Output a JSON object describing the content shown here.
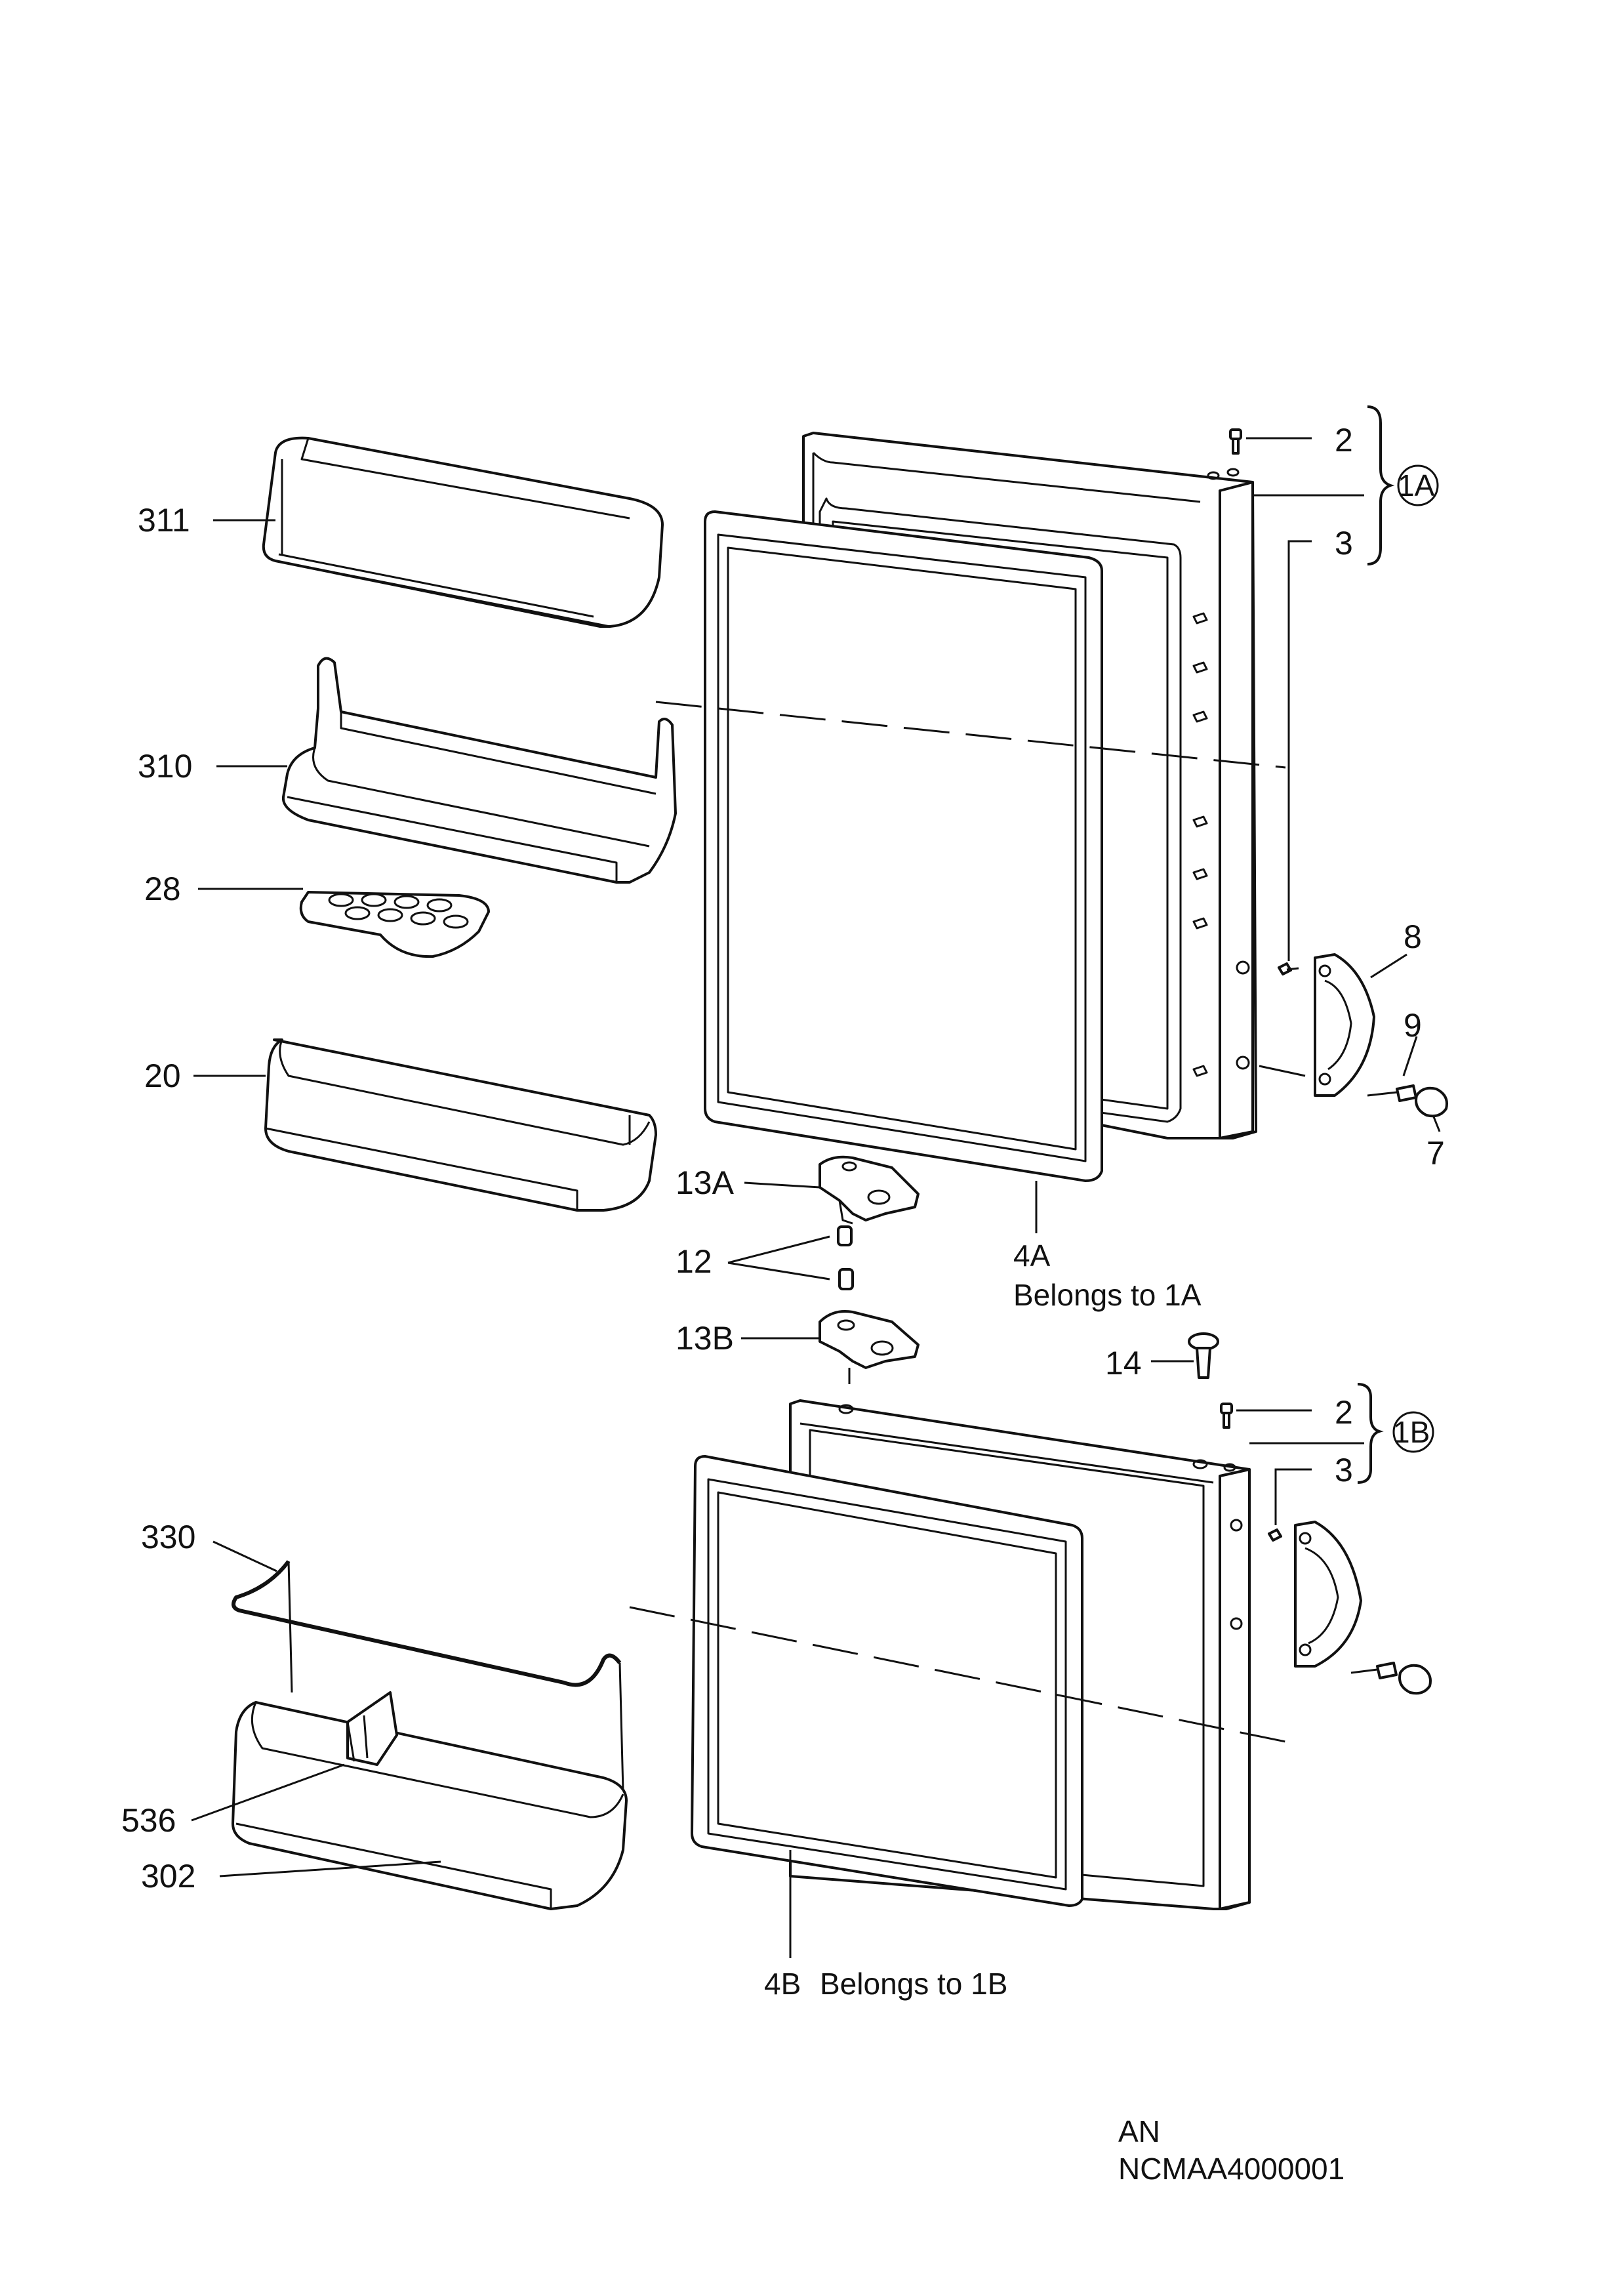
{
  "labels": {
    "p311": "311",
    "p310": "310",
    "p28": "28",
    "p20": "20",
    "p13A": "13A",
    "p12": "12",
    "p13B": "13B",
    "p330": "330",
    "p536": "536",
    "p302": "302",
    "p2_top": "2",
    "p3_top": "3",
    "group_1A": "1A",
    "p8": "8",
    "p9": "9",
    "p7": "7",
    "p4A": "4A",
    "p4A_note": "Belongs to 1A",
    "p14": "14",
    "p2_bottom": "2",
    "p3_bottom": "3",
    "group_1B": "1B",
    "p4B": "4B",
    "p4B_note": "Belongs to 1B"
  },
  "footer": {
    "code_line1": "AN",
    "code_line2": "NCMAA4000001"
  }
}
